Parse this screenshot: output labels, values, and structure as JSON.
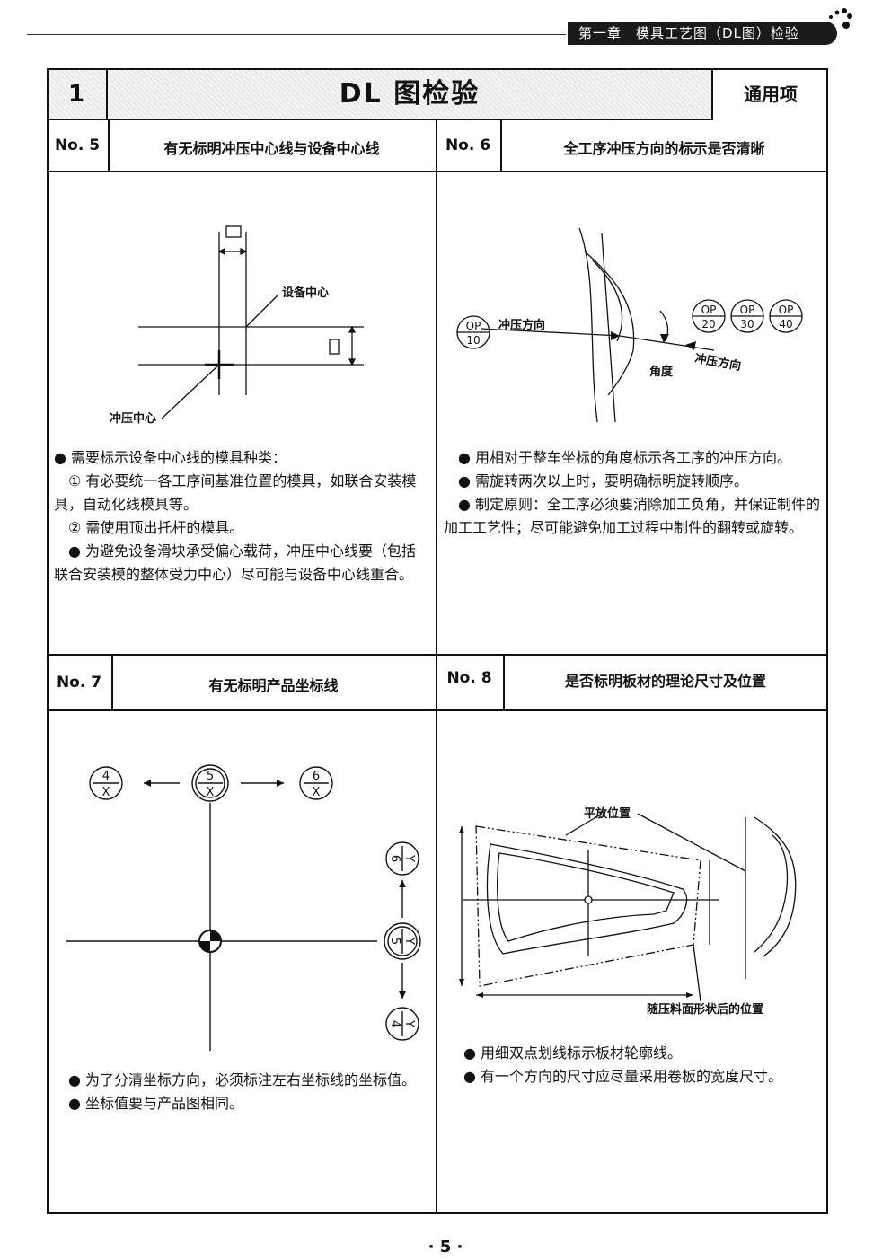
{
  "header": {
    "chapter": "第一章　模具工艺图（DL图）检验"
  },
  "title_bar": {
    "number": "1",
    "title": "DL 图检验",
    "category": "通用项"
  },
  "cells": [
    {
      "no": "No. 5",
      "title": "有无标明冲压中心线与设备中心线",
      "figure_labels": {
        "equipment_center": "设备中心",
        "press_center": "冲压中心"
      },
      "paragraphs": [
        "● 需要标示设备中心线的模具种类：",
        "① 有必要统一各工序间基准位置的模具，如联合安装模具，自动化线模具等。",
        "② 需使用顶出托杆的模具。",
        "● 为避免设备滑块承受偏心载荷，冲压中心线要（包括联合安装模的整体受力中心）尽可能与设备中心线重合。"
      ]
    },
    {
      "no": "No. 6",
      "title": "全工序冲压方向的标示是否清晰",
      "figure_labels": {
        "press_direction_left": "冲压方向",
        "press_direction_right": "冲压方向",
        "angle": "角度",
        "op_top": "OP",
        "op10": "10",
        "op20": "20",
        "op30": "30",
        "op40": "40"
      },
      "paragraphs": [
        "● 用相对于整车坐标的角度标示各工序的冲压方向。",
        "● 需旋转两次以上时，要明确标明旋转顺序。",
        "● 制定原则：全工序必须要消除加工负角，并保证制件的加工工艺性；尽可能避免加工过程中制件的翻转或旋转。"
      ]
    },
    {
      "no": "No. 7",
      "title": "有无标明产品坐标线",
      "figure_labels": {
        "n4": "4",
        "n5": "5",
        "n6": "6",
        "x": "X",
        "y": "Y"
      },
      "paragraphs": [
        "● 为了分清坐标方向，必须标注左右坐标线的坐标值。",
        "● 坐标值要与产品图相同。"
      ]
    },
    {
      "no": "No. 8",
      "title": "是否标明板材的理论尺寸及位置",
      "figure_labels": {
        "flat_position": "平放位置",
        "after_press": "随压料面形状后的位置"
      },
      "paragraphs": [
        "● 用细双点划线标示板材轮廓线。",
        "● 有一个方向的尺寸应尽量采用卷板的宽度尺寸。"
      ]
    }
  ],
  "page_number": "· 5 ·"
}
